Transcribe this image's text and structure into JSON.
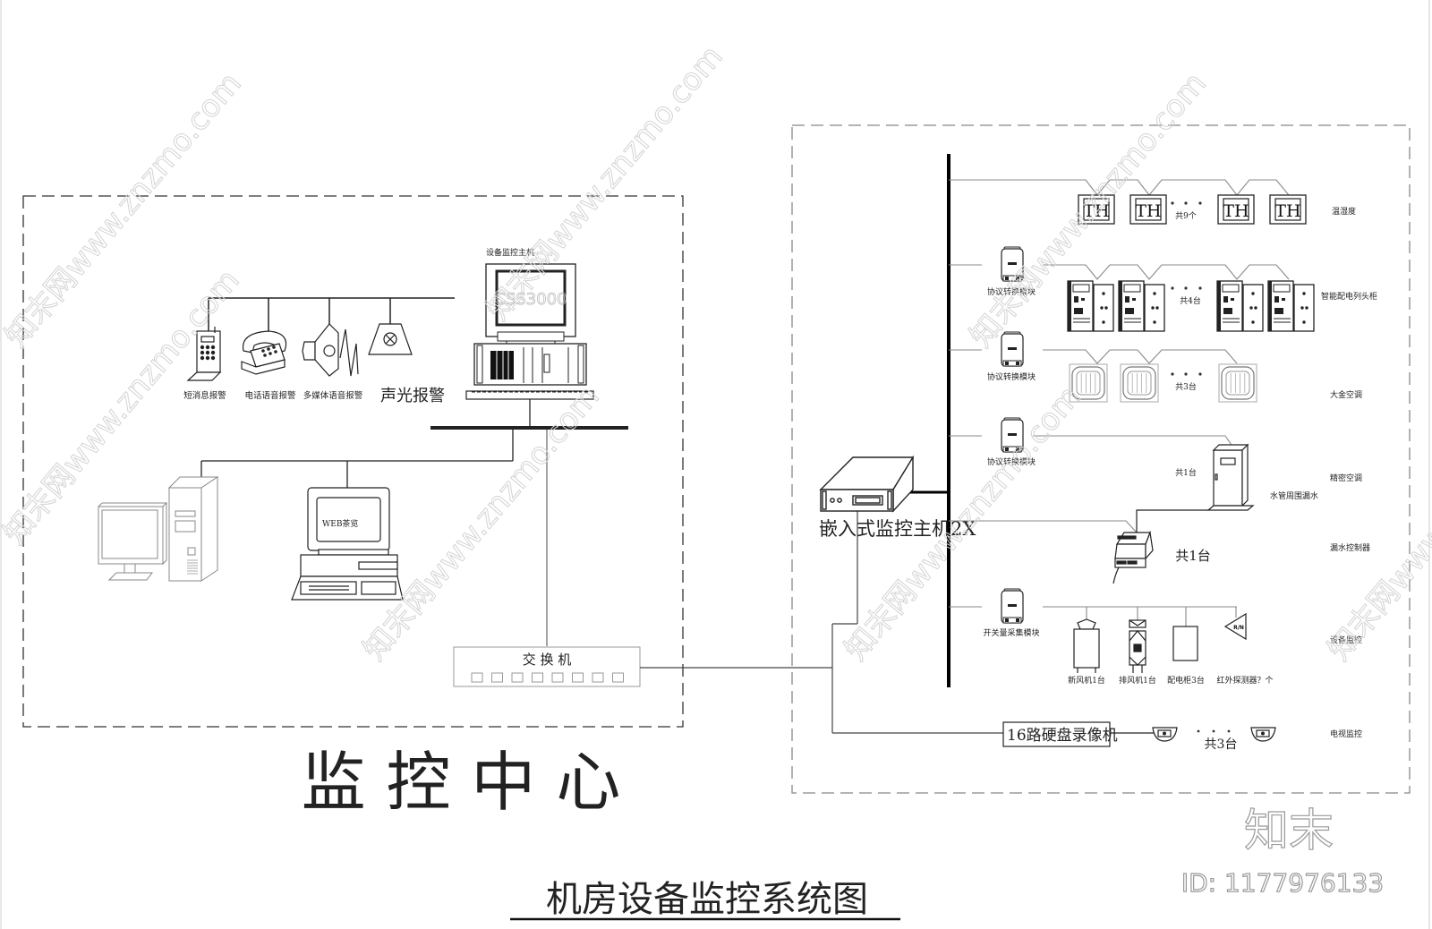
{
  "page_title": "机房设备监控系统图",
  "monitoring_center": {
    "title": "监 控 中 心",
    "host_label": "设备监控主机",
    "host_screen_text": "CSS3000",
    "alarms": [
      {
        "label": "短消息报警",
        "icon": "sms-pager-icon"
      },
      {
        "label": "电话语音报警",
        "icon": "telephone-icon"
      },
      {
        "label": "多媒体语音报警",
        "icon": "loudspeaker-icon"
      },
      {
        "label": "声光报警",
        "icon": "beacon-light-icon"
      }
    ],
    "web_terminal_text": "WEB茶览",
    "switch_label": "交 换 机",
    "switch_ports": 8
  },
  "equipment_room": {
    "embedded_host_label": "嵌入式监控主机2X",
    "rows": [
      {
        "id": "th",
        "category": "温湿度",
        "count_label": "共9个",
        "device": "TH",
        "module": ""
      },
      {
        "id": "pdu",
        "category": "智能配电列头柜",
        "count_label": "共4台",
        "module": "协议转换模块"
      },
      {
        "id": "ac",
        "category": "大金空调",
        "count_label": "共3台",
        "module": "协议转换模块"
      },
      {
        "id": "precision-ac",
        "category": "精密空调",
        "count_label": "共1台",
        "module": "协议转换模块",
        "extra_label": "水管周围漏水"
      },
      {
        "id": "leak",
        "category": "漏水控制器",
        "count_label": "共1台",
        "module": ""
      },
      {
        "id": "equip",
        "category": "设备监控",
        "count_label": "",
        "module": "开关量采集模块",
        "sub_devices": [
          "新风机1台",
          "排风机1台",
          "配电柜3台",
          "红外探测器？个"
        ],
        "detector_glyph": "R/N"
      },
      {
        "id": "cctv",
        "category": "电视监控",
        "count_label": "共3台",
        "module": "",
        "recorder_label": "16路硬盘录像机"
      }
    ]
  },
  "watermark": {
    "text": "知末网www.znzmo.com",
    "brand": "知末",
    "id_text": "ID: 1177976133"
  }
}
